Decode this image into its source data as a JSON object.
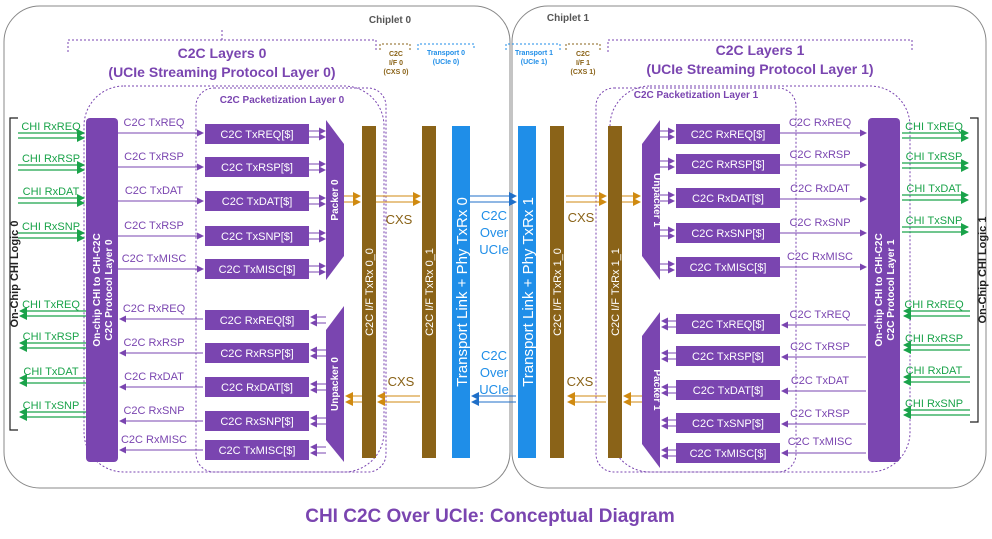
{
  "chiplet0": {
    "name": "Chiplet 0",
    "layers_title": "C2C Layers 0",
    "layers_subtitle": "(UCIe Streaming Protocol Layer 0)",
    "packetization_title": "C2C Packetization Layer 0",
    "if_label": [
      "C2C",
      "I/F 0",
      "(CXS 0)"
    ],
    "transport_label": [
      "Transport 0",
      "(UCIe 0)"
    ],
    "protocol_block": [
      "On-chip CHI to CHI-C2C",
      "C2C Protocol Layer 0"
    ],
    "logic_label": "On-Chip CHI Logic 0",
    "chi_signals": [
      "CHI RxREQ",
      "CHI RxRSP",
      "CHI RxDAT",
      "CHI RxSNP",
      "CHI TxREQ",
      "CHI TxRSP",
      "CHI TxDAT",
      "CHI TxSNP"
    ],
    "tx_wires": [
      "C2C TxREQ",
      "C2C TxRSP",
      "C2C TxDAT",
      "C2C TxRSP",
      "C2C TxMISC"
    ],
    "tx_buffers": [
      "C2C TxREQ[$]",
      "C2C TxRSP[$]",
      "C2C TxDAT[$]",
      "C2C TxSNP[$]",
      "C2C TxMISC[$]"
    ],
    "rx_wires": [
      "C2C RxREQ",
      "C2C RxRSP",
      "C2C RxDAT",
      "C2C RxSNP",
      "C2C RxMISC"
    ],
    "rx_buffers": [
      "C2C RxREQ[$]",
      "C2C RxRSP[$]",
      "C2C RxDAT[$]",
      "C2C RxSNP[$]",
      "C2C TxMISC[$]"
    ],
    "packer": "Packer 0",
    "unpacker": "Unpacker 0",
    "bar_a": "C2C I/F TxRx 0_0",
    "bar_b": "C2C I/F TxRx 0_1",
    "transport_bar": "Transport Link + Phy TxRx 0"
  },
  "chiplet1": {
    "name": "Chiplet 1",
    "layers_title": "C2C Layers 1",
    "layers_subtitle": "(UCIe Streaming Protocol Layer 1)",
    "packetization_title": "C2C Packetization Layer 1",
    "if_label": [
      "C2C",
      "I/F 1",
      "(CXS 1)"
    ],
    "transport_label": [
      "Transport 1",
      "(UCIe 1)"
    ],
    "protocol_block": [
      "On-chip CHI to CHI-C2C",
      "C2C Protocol Layer 1"
    ],
    "logic_label": "On-Chip CHI Logic 1",
    "chi_signals": [
      "CHI TxREQ",
      "CHI TxRSP",
      "CHI TxDAT",
      "CHI TxSNP",
      "CHI RxREQ",
      "CHI RxRSP",
      "CHI RxDAT",
      "CHI RxSNP"
    ],
    "rx_wires": [
      "C2C RxREQ",
      "C2C RxRSP",
      "C2C RxDAT",
      "C2C RxSNP",
      "C2C RxMISC"
    ],
    "rx_buffers": [
      "C2C RxREQ[$]",
      "C2C RxRSP[$]",
      "C2C RxDAT[$]",
      "C2C RxSNP[$]",
      "C2C TxMISC[$]"
    ],
    "tx_wires": [
      "C2C TxREQ",
      "C2C TxRSP",
      "C2C TxDAT",
      "C2C TxRSP",
      "C2C TxMISC"
    ],
    "tx_buffers": [
      "C2C TxREQ[$]",
      "C2C TxRSP[$]",
      "C2C TxDAT[$]",
      "C2C TxSNP[$]",
      "C2C TxMISC[$]"
    ],
    "packer": "Packer 1",
    "unpacker": "Unpacker 1",
    "bar_a": "C2C I/F TxRx 1_0",
    "bar_b": "C2C I/F TxRx 1_1",
    "transport_bar": "Transport Link + Phy TxRx 1"
  },
  "link": {
    "cxs": "CXS",
    "over_label": [
      "C2C",
      "Over",
      "UCIe"
    ]
  },
  "caption": "CHI C2C Over UCIe: Conceptual Diagram",
  "colors": {
    "purple": "#7a45b0",
    "brown": "#8a6318",
    "blue": "#1f8ee8",
    "green": "#1aa34a"
  }
}
